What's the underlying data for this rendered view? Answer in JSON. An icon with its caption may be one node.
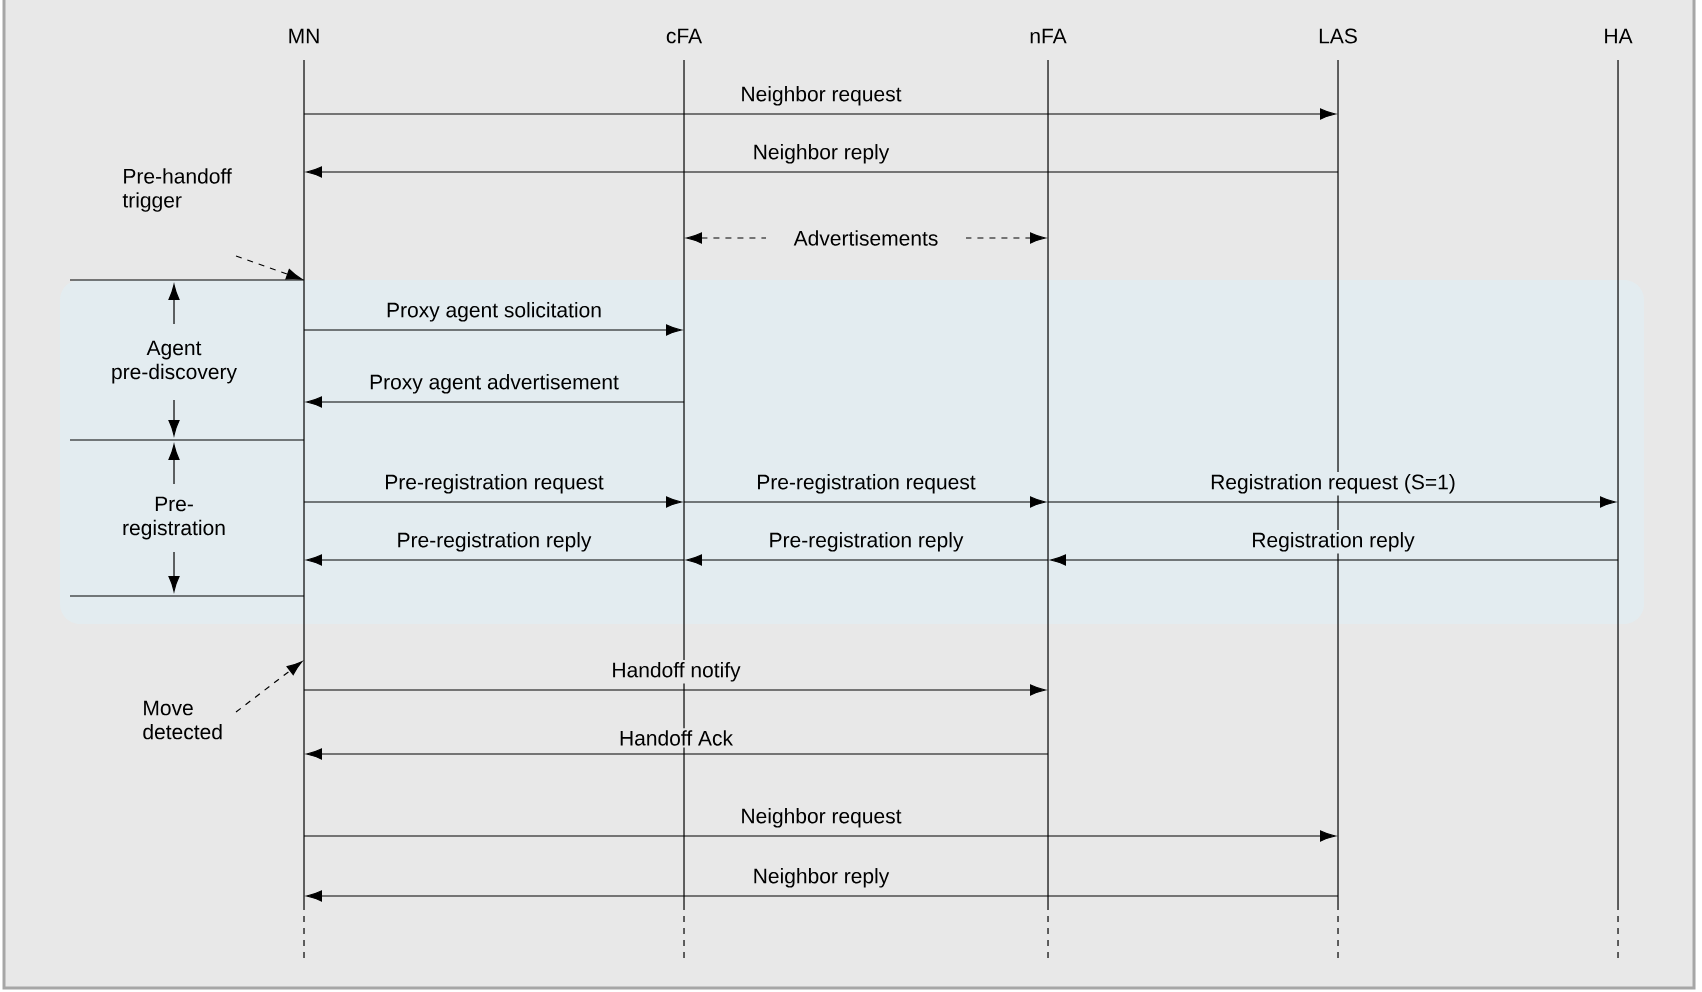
{
  "diagram": {
    "nodes": [
      {
        "text": [
          "MN"
        ]
      },
      {
        "text": [
          "cFA"
        ]
      },
      {
        "text": [
          "nFA"
        ]
      },
      {
        "text": [
          "LAS"
        ]
      },
      {
        "text": [
          "HA"
        ]
      },
      {
        "text": [
          "Pre-handoff trigger"
        ]
      },
      {
        "text": [
          "Move detected"
        ]
      }
    ],
    "edges": [
      {
        "from": 0,
        "to": 3,
        "arrow": "to",
        "label": "Neighbor request"
      },
      {
        "from": 3,
        "to": 0,
        "arrow": "to",
        "label": "Neighbor reply"
      },
      {
        "from": 1,
        "to": 2,
        "arrow": "both",
        "label": "Advertisements",
        "style": "dashed"
      },
      {
        "from": 0,
        "to": 1,
        "arrow": "to",
        "label": "Proxy agent solicitation"
      },
      {
        "from": 1,
        "to": 0,
        "arrow": "to",
        "label": "Proxy agent advertisement"
      },
      {
        "from": 0,
        "to": 1,
        "arrow": "to",
        "label": "Pre-registration request"
      },
      {
        "from": 1,
        "to": 2,
        "arrow": "to",
        "label": "Pre-registration request"
      },
      {
        "from": 2,
        "to": 4,
        "arrow": "to",
        "label": "Registration request (S=1)"
      },
      {
        "from": 2,
        "to": 1,
        "arrow": "to",
        "label": "Pre-registration reply"
      },
      {
        "from": 1,
        "to": 0,
        "arrow": "to",
        "label": "Pre-registration reply"
      },
      {
        "from": 4,
        "to": 2,
        "arrow": "to",
        "label": "Registration reply"
      },
      {
        "from": 0,
        "to": 2,
        "arrow": "to",
        "label": "Handoff notify"
      },
      {
        "from": 2,
        "to": 0,
        "arrow": "to",
        "label": "Handoff Ack"
      },
      {
        "from": 0,
        "to": 3,
        "arrow": "to",
        "label": "Neighbor request"
      },
      {
        "from": 3,
        "to": 0,
        "arrow": "to",
        "label": "Neighbor reply"
      },
      {
        "from": 5,
        "to": 0,
        "arrow": "to",
        "style": "dashed"
      },
      {
        "from": 6,
        "to": 0,
        "arrow": "to",
        "style": "dashed"
      }
    ],
    "labels": [
      "Agent pre-discovery",
      "Pre-registration"
    ]
  }
}
